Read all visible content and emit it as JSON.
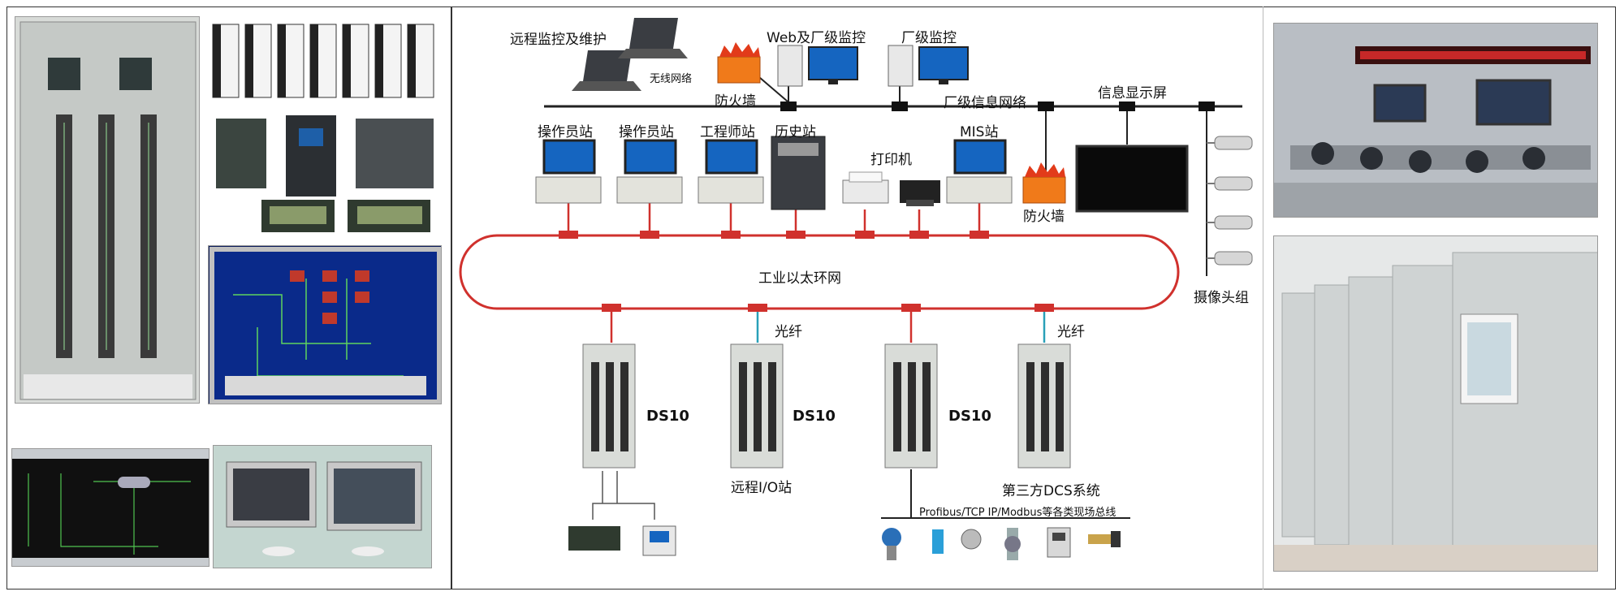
{
  "labels": {
    "remote_monitor": "远程监控及维护",
    "wireless": "无线网络",
    "firewall_top": "防火墙",
    "web_monitor": "Web及厂级监控",
    "plant_monitor": "厂级监控",
    "plant_network": "厂级信息网络",
    "info_screen": "信息显示屏",
    "op_station_1": "操作员站",
    "op_station_2": "操作员站",
    "eng_station": "工程师站",
    "history_station": "历史站",
    "printer": "打印机",
    "mis_station": "MIS站",
    "firewall_right": "防火墙",
    "ring_network": "工业以太环网",
    "camera_group": "摄像头组",
    "fiber_1": "光纤",
    "fiber_2": "光纤",
    "ds10_1": "DS10",
    "ds10_2": "DS10",
    "ds10_3": "DS10",
    "remote_io": "远程I/O站",
    "third_party_dcs": "第三方DCS系统",
    "fieldbus": "Profibus/TCP IP/Modbus等各类现场总线"
  },
  "colors": {
    "ring": "#d0312d",
    "bus": "#222222",
    "fiber": "#29a0b8",
    "cabinet": "#d9dcd8",
    "monitor_screen": "#1565c0"
  },
  "icons": [
    "laptop-icon",
    "firewall-icon",
    "desktop-pc-icon",
    "printer-icon",
    "camera-icon",
    "cabinet-icon",
    "display-screen-icon"
  ]
}
